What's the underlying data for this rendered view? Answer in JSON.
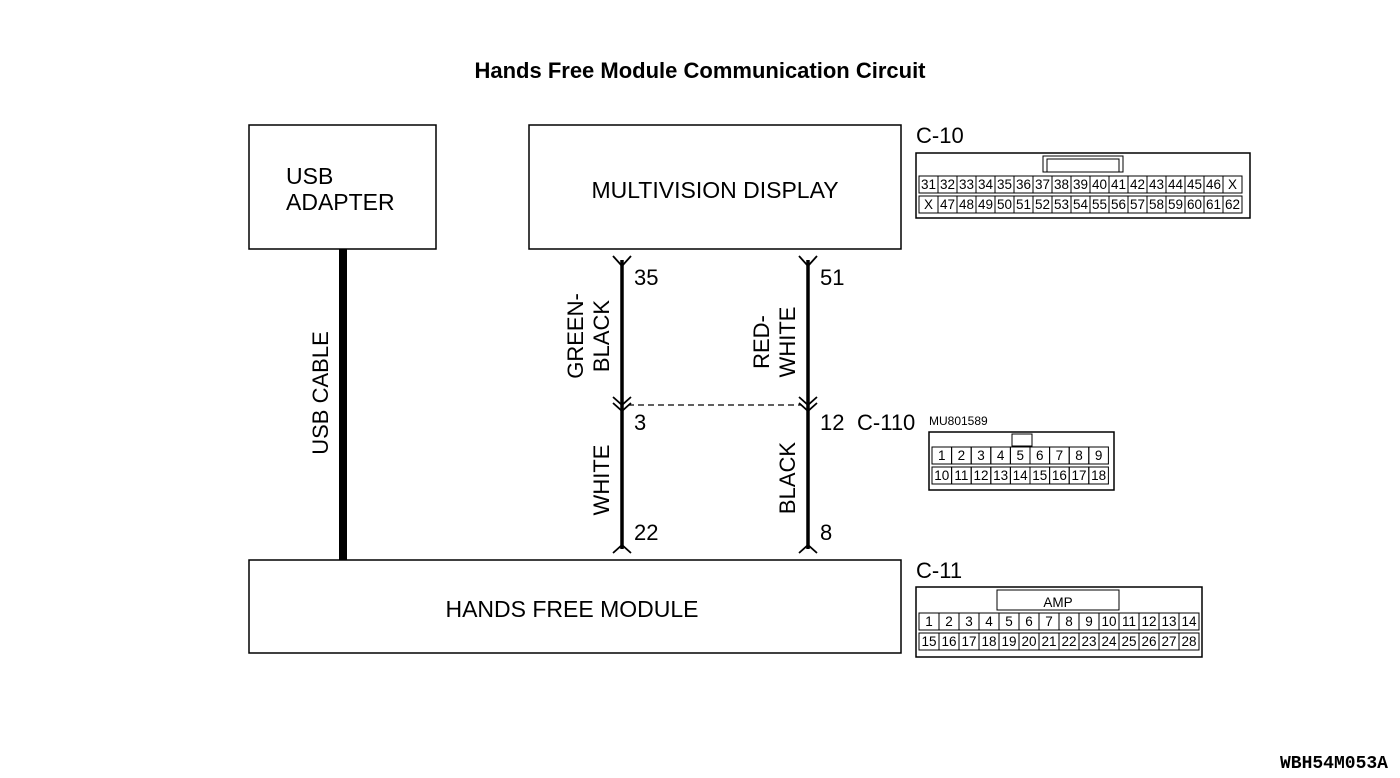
{
  "diagram": {
    "title": "Hands Free Module Communication Circuit",
    "code": "WBH54M053A",
    "components": {
      "usb_adapter": [
        "USB",
        "ADAPTER"
      ],
      "multivision_display": "MULTIVISION DISPLAY",
      "hands_free_module": "HANDS FREE MODULE"
    },
    "cable_label": "USB CABLE",
    "wires": {
      "left_upper": {
        "color": [
          "GREEN-",
          "BLACK"
        ],
        "top_pin": "35",
        "bottom_pin": "3"
      },
      "left_lower": {
        "color": "WHITE",
        "bottom_pin": "22"
      },
      "right_upper": {
        "color": [
          "RED-",
          "WHITE"
        ],
        "top_pin": "51",
        "bottom_pin": "12"
      },
      "right_lower": {
        "color": "BLACK",
        "bottom_pin": "8"
      }
    },
    "connectors": {
      "c10": {
        "name": "C-10",
        "row1": [
          "31",
          "32",
          "33",
          "34",
          "35",
          "36",
          "37",
          "38",
          "39",
          "40",
          "41",
          "42",
          "43",
          "44",
          "45",
          "46",
          "X"
        ],
        "row2": [
          "X",
          "47",
          "48",
          "49",
          "50",
          "51",
          "52",
          "53",
          "54",
          "55",
          "56",
          "57",
          "58",
          "59",
          "60",
          "61",
          "62"
        ]
      },
      "c110": {
        "name": "C-110",
        "part_no": "MU801589",
        "row1": [
          "1",
          "2",
          "3",
          "4",
          "5",
          "6",
          "7",
          "8",
          "9"
        ],
        "row2": [
          "10",
          "11",
          "12",
          "13",
          "14",
          "15",
          "16",
          "17",
          "18"
        ]
      },
      "c11": {
        "name": "C-11",
        "tag": "AMP",
        "row1": [
          "1",
          "2",
          "3",
          "4",
          "5",
          "6",
          "7",
          "8",
          "9",
          "10",
          "11",
          "12",
          "13",
          "14"
        ],
        "row2": [
          "15",
          "16",
          "17",
          "18",
          "19",
          "20",
          "21",
          "22",
          "23",
          "24",
          "25",
          "26",
          "27",
          "28"
        ]
      }
    }
  }
}
